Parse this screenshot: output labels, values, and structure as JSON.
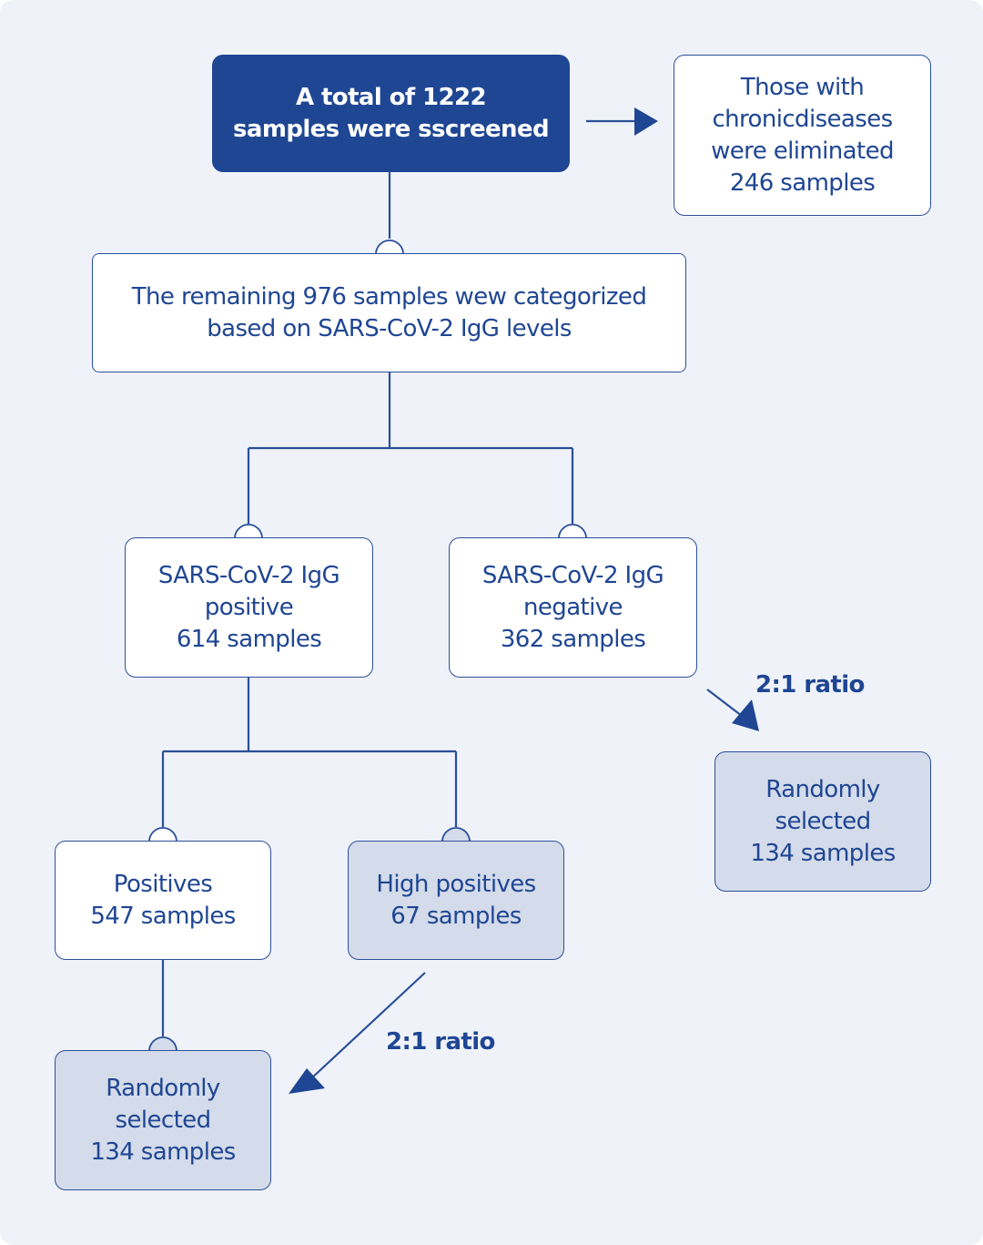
{
  "colors": {
    "background": "#eff3f9",
    "primary": "#1f4693",
    "box_fill": "#ffffff",
    "box_shaded_fill": "#d4dbea",
    "line": "#2b4f99"
  },
  "nodes": {
    "screened": {
      "lines": [
        "A total of 1222",
        "samples were sscreened"
      ]
    },
    "eliminated": {
      "lines": [
        "Those with",
        "chronicdiseases",
        "were eliminated",
        "246 samples"
      ]
    },
    "remaining": {
      "lines": [
        "The remaining 976 samples wew categorized",
        "based on SARS-CoV-2 IgG levels"
      ]
    },
    "igg_positive": {
      "lines": [
        "SARS-CoV-2 IgG",
        "positive",
        "614 samples"
      ]
    },
    "igg_negative": {
      "lines": [
        "SARS-CoV-2 IgG",
        "negative",
        "362 samples"
      ]
    },
    "positives": {
      "lines": [
        "Positives",
        "547 samples"
      ]
    },
    "high_positives": {
      "lines": [
        "High positives",
        "67 samples"
      ]
    },
    "random_positive": {
      "lines": [
        "Randomly",
        "selected",
        "134 samples"
      ]
    },
    "random_negative": {
      "lines": [
        "Randomly",
        "selected",
        "134 samples"
      ]
    }
  },
  "annotations": {
    "ratio_negative": "2:1 ratio",
    "ratio_positive": "2:1 ratio"
  }
}
